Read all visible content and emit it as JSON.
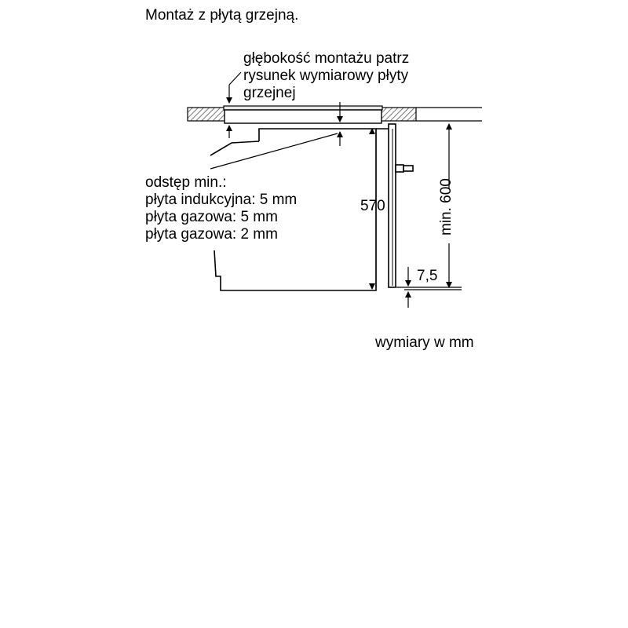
{
  "title": "Montaż z płytą grzejną.",
  "depth_note": [
    "głębokość montażu patrz",
    "rysunek wymiarowy płyty",
    "grzejnej"
  ],
  "gap_note": [
    "odstęp min.:",
    "płyta indukcyjna: 5 mm",
    "płyta gazowa: 5 mm",
    "płyta gazowa: 2 mm"
  ],
  "dimensions": {
    "oven_height": "570",
    "niche_height": "min. 600",
    "bottom_offset": "7,5"
  },
  "unit_note": "wymiary w mm"
}
